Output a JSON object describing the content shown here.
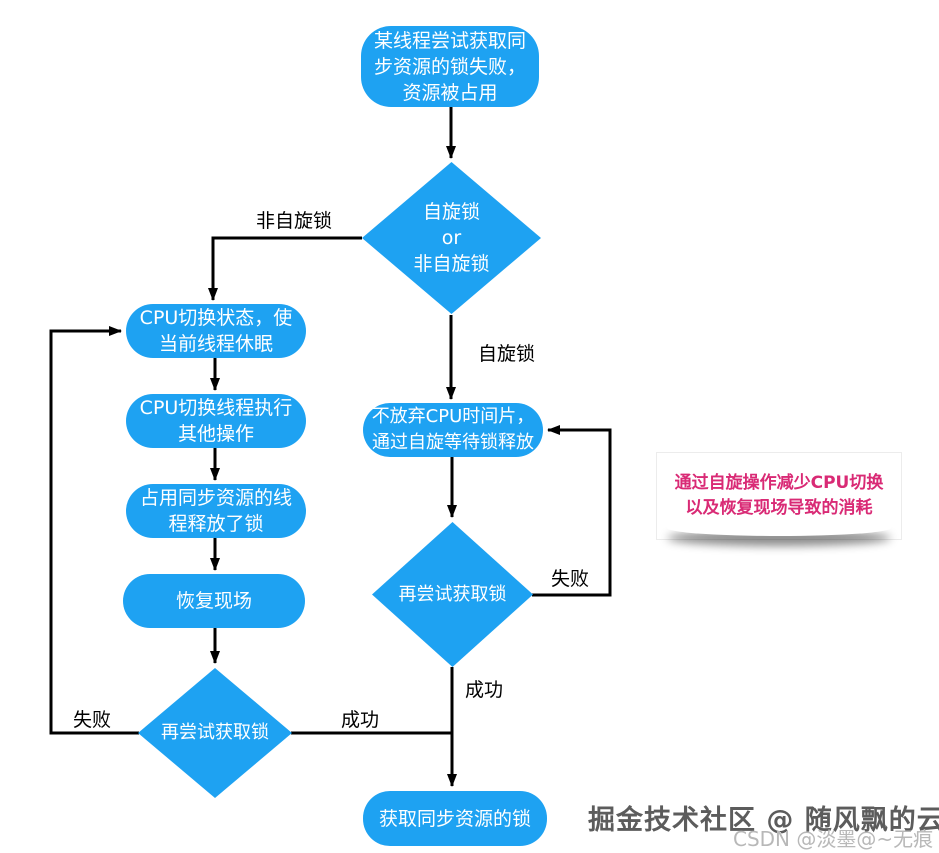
{
  "colors": {
    "node_fill": "#1ea2f2",
    "node_text": "#ffffff",
    "edge": "#000000",
    "note_text": "#d92a75",
    "watermark_primary": "#5c5c5c",
    "watermark_secondary": "#b8b8b8"
  },
  "nodes": {
    "start": {
      "lines": [
        "某线程尝试获取同",
        "步资源的锁失败，",
        "资源被占用"
      ]
    },
    "lock_type_decision": {
      "lines": [
        "自旋锁",
        "or",
        "非自旋锁"
      ]
    },
    "cpu_sleep": {
      "lines": [
        "CPU切换状态，使",
        "当前线程休眠"
      ]
    },
    "cpu_switch": {
      "lines": [
        "CPU切换线程执行",
        "其他操作"
      ]
    },
    "release_lock": {
      "lines": [
        "占用同步资源的线",
        "程释放了锁"
      ]
    },
    "restore_context": {
      "lines": [
        "恢复现场"
      ]
    },
    "retry_left": {
      "lines": [
        "再尝试获取锁"
      ]
    },
    "spin_wait": {
      "lines": [
        "不放弃CPU时间片，",
        "通过自旋等待锁释放"
      ]
    },
    "retry_right": {
      "lines": [
        "再尝试获取锁"
      ]
    },
    "acquire_lock": {
      "lines": [
        "获取同步资源的锁"
      ]
    }
  },
  "edge_labels": {
    "non_spin": "非自旋锁",
    "spin": "自旋锁",
    "fail_left": "失败",
    "success_left": "成功",
    "fail_right": "失败",
    "success_right": "成功"
  },
  "note": {
    "lines": [
      "通过自旋操作减少CPU切换",
      "以及恢复现场导致的消耗"
    ]
  },
  "watermarks": {
    "juejin": "掘金技术社区 @ 随风飘的云",
    "csdn": "CSDN @淡墨@~无痕"
  }
}
